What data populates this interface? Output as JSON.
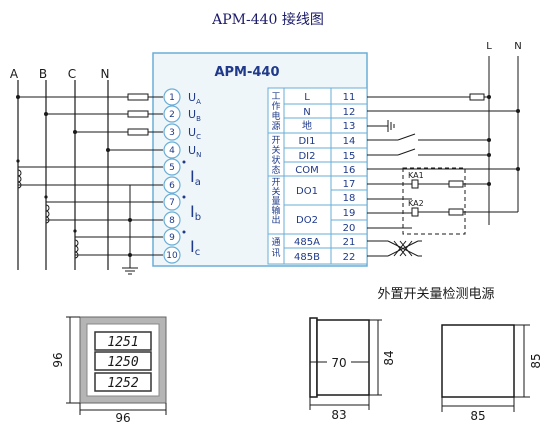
{
  "title": "APM-440 接线图",
  "device_name": "APM-440",
  "phases": [
    "A",
    "B",
    "C",
    "N"
  ],
  "supply": [
    "L",
    "N"
  ],
  "left_terminals": [
    {
      "num": "1",
      "label": "U",
      "sub": "A"
    },
    {
      "num": "2",
      "label": "U",
      "sub": "B"
    },
    {
      "num": "3",
      "label": "U",
      "sub": "C"
    },
    {
      "num": "4",
      "label": "U",
      "sub": "N"
    },
    {
      "num": "5"
    },
    {
      "num": "6"
    },
    {
      "num": "7"
    },
    {
      "num": "8"
    },
    {
      "num": "9"
    },
    {
      "num": "10"
    }
  ],
  "current_labels": [
    {
      "label": "I",
      "sub": "a"
    },
    {
      "label": "I",
      "sub": "b"
    },
    {
      "label": "I",
      "sub": "c"
    }
  ],
  "groups": [
    "工作电源",
    "开关状态",
    "开关量输出",
    "通讯"
  ],
  "right_terminals": [
    {
      "name": "L",
      "num": "11"
    },
    {
      "name": "N",
      "num": "12"
    },
    {
      "name": "地",
      "num": "13"
    },
    {
      "name": "DI1",
      "num": "14"
    },
    {
      "name": "DI2",
      "num": "15"
    },
    {
      "name": "COM",
      "num": "16"
    },
    {
      "name": "DO1",
      "num": "17"
    },
    {
      "name": "",
      "num": "18"
    },
    {
      "name": "DO2",
      "num": "19"
    },
    {
      "name": "",
      "num": "20"
    },
    {
      "name": "485A",
      "num": "21"
    },
    {
      "name": "485B",
      "num": "22"
    }
  ],
  "relays": [
    "KA1",
    "KA2"
  ],
  "power_note": "外置开关量检测电源",
  "displays": [
    "1251",
    "1250",
    "1252"
  ],
  "dimensions": {
    "front_width": "96",
    "front_height": "96",
    "side_depth": "83",
    "side_inner": "70",
    "side_height": "84",
    "cutout_width": "85",
    "cutout_height": "85"
  },
  "colors": {
    "line": "#1a1a1a",
    "device_fill": "#eef6fa",
    "device_border": "#6aaed6",
    "title": "#1a1a6a",
    "label": "#1f3a8a",
    "frame_gray": "#b5b5b5"
  }
}
